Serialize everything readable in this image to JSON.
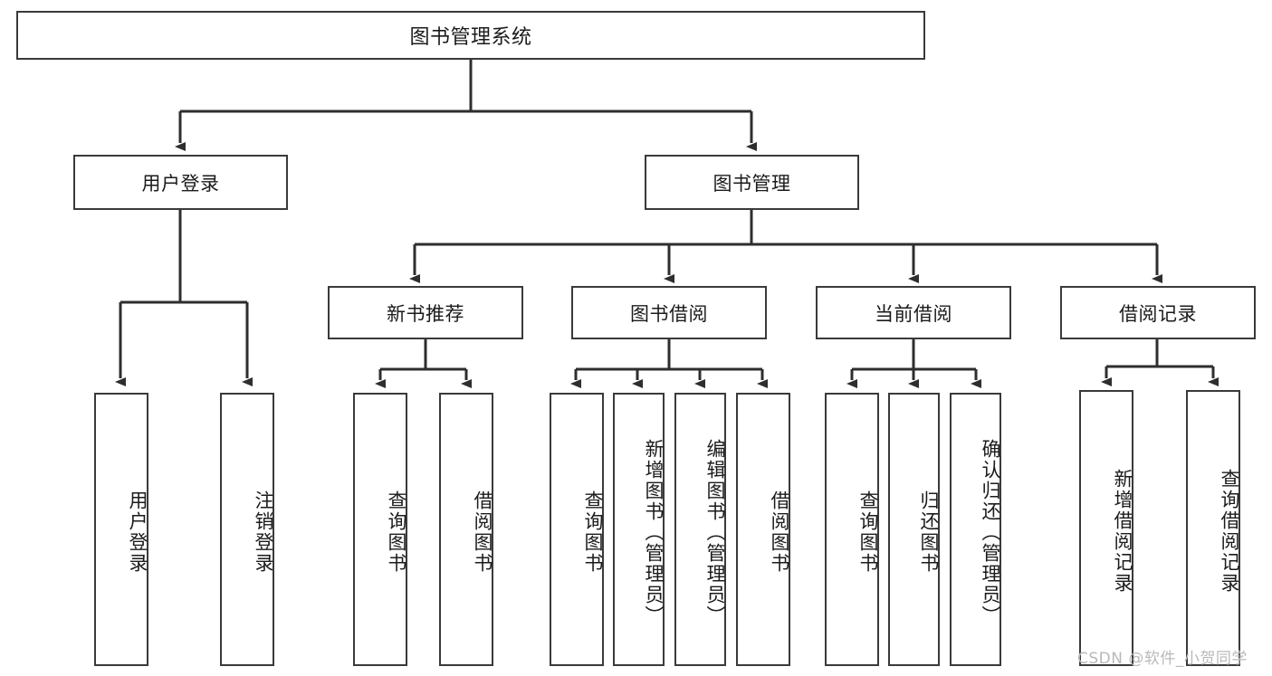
{
  "diagram": {
    "title": "图书管理系统",
    "type": "tree-hierarchy-diagram",
    "root": {
      "label": "图书管理系统"
    },
    "level1": [
      {
        "label": "用户登录"
      },
      {
        "label": "图书管理"
      }
    ],
    "level2": [
      {
        "label": "新书推荐"
      },
      {
        "label": "图书借阅"
      },
      {
        "label": "当前借阅"
      },
      {
        "label": "借阅记录"
      }
    ],
    "leaves": {
      "user_login": [
        {
          "label": "用户登录"
        },
        {
          "label": "注销登录"
        }
      ],
      "new_book_recommend": [
        {
          "label": "查询图书"
        },
        {
          "label": "借阅图书"
        }
      ],
      "book_borrow": [
        {
          "label": "查询图书"
        },
        {
          "label": "新增图书（管理员）"
        },
        {
          "label": "编辑图书（管理员）"
        },
        {
          "label": "借阅图书"
        }
      ],
      "current_borrow": [
        {
          "label": "查询图书"
        },
        {
          "label": "归还图书"
        },
        {
          "label": "确认归还（管理员）"
        }
      ],
      "borrow_record": [
        {
          "label": "新增借阅记录"
        },
        {
          "label": "查询借阅记录"
        }
      ]
    }
  },
  "watermark": {
    "text": "CSDN @软件_小贺同学"
  },
  "colors": {
    "border": "#3a3a3a",
    "text": "#1b1b1b",
    "background": "#ffffff",
    "watermark": "#b9b9b9"
  }
}
